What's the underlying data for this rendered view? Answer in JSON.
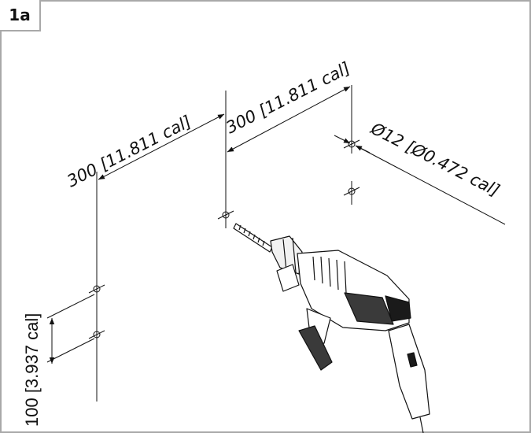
{
  "figure": {
    "step_label": "1a",
    "dimensions": {
      "horizontal_left": "300 [11.811 cal]",
      "horizontal_right": "300 [11.811 cal]",
      "diameter": "Ø12 [Ø0.472 cal]",
      "vertical": "100 [3.937 cal]"
    }
  },
  "colors": {
    "line": "#111111",
    "frame": "#a9a9a9"
  }
}
